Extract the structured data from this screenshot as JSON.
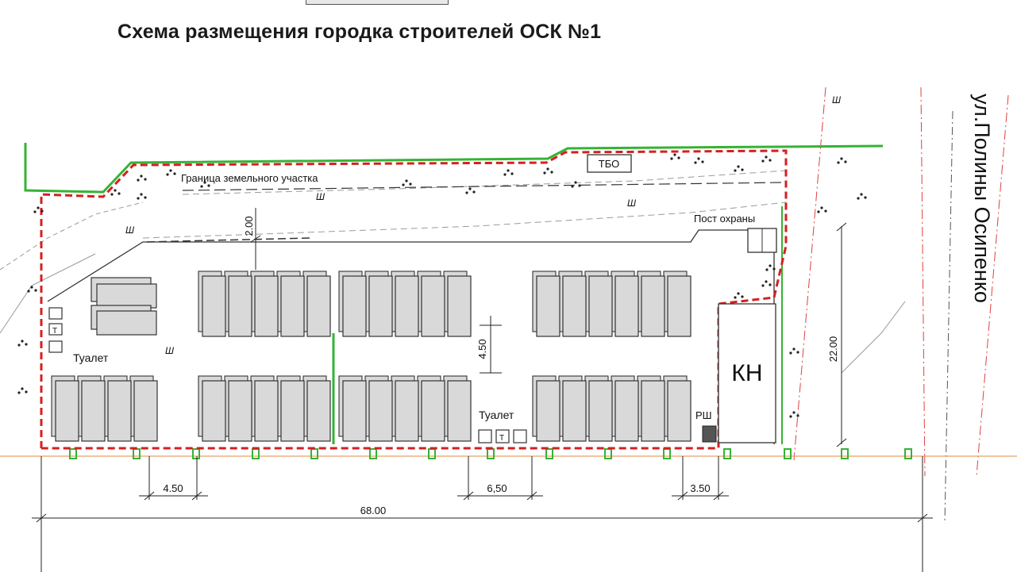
{
  "title": "Схема размещения городка строителей ОСК №1",
  "labels": {
    "street": "ул.Полины Осипенко",
    "boundary": "Граница земельного участка",
    "tbo": "ТБО",
    "guard_post": "Пост охраны",
    "kn": "КН",
    "rsh": "РШ",
    "toilet_left": "Туалет",
    "toilet_right": "Туалет",
    "toilet_mark": "Т",
    "hatch_mark": "Ш"
  },
  "dimensions": {
    "top_gap": "2.00",
    "mid_gap": "4.50",
    "right_side": "22.00",
    "bottom_left": "4.50",
    "bottom_mid": "6,50",
    "bottom_right": "3.50",
    "total_length": "68.00"
  },
  "colors": {
    "boundary_red": "#d42020",
    "fence_green": "#35b335",
    "cabin_fill": "#d9d9d9",
    "line_dark": "#222222"
  }
}
